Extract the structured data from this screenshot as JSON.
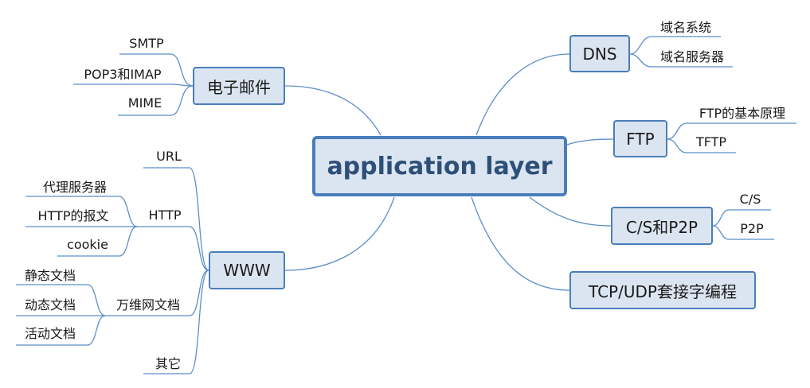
{
  "center": {
    "label": "application layer"
  },
  "branches": {
    "email": {
      "label": "电子邮件",
      "children": [
        "SMTP",
        "POP3和IMAP",
        "MIME"
      ]
    },
    "www": {
      "label": "WWW",
      "children": {
        "url": "URL",
        "http": {
          "label": "HTTP",
          "children": [
            "代理服务器",
            "HTTP的报文",
            "cookie"
          ]
        },
        "docs": {
          "label": "万维网文档",
          "children": [
            "静态文档",
            "动态文档",
            "活动文档"
          ]
        },
        "other": "其它"
      }
    },
    "dns": {
      "label": "DNS",
      "children": [
        "域名系统",
        "域名服务器"
      ]
    },
    "ftp": {
      "label": "FTP",
      "children": [
        "FTP的基本原理",
        "TFTP"
      ]
    },
    "cs": {
      "label": "C/S和P2P",
      "children": [
        "C/S",
        "P2P"
      ]
    },
    "socket": {
      "label": "TCP/UDP套接字编程"
    }
  },
  "colors": {
    "line": "#5b8ec9",
    "box_fill": "#dbe5f1",
    "box_border": "#4a7ebb",
    "center_text": "#2d4f78"
  }
}
